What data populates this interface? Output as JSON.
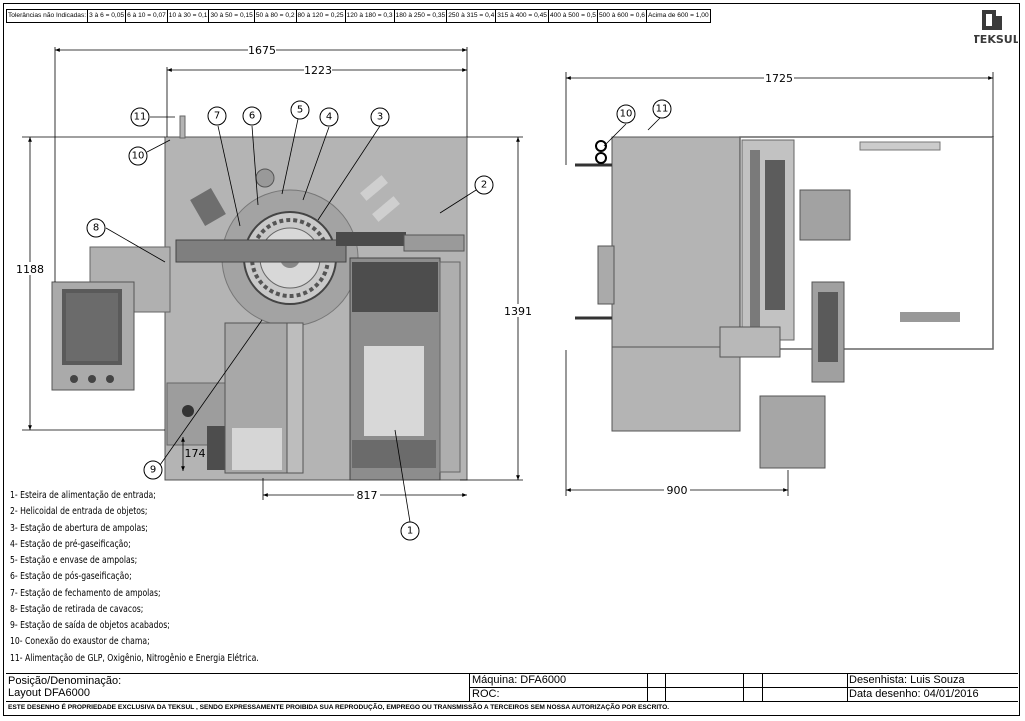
{
  "tolerances": {
    "header": "Tolerâncias não Indicadas:",
    "cells": [
      "3 à 6 = 0,05",
      "6 à 10 = 0,07",
      "10 à 30 = 0,1",
      "30 à 50 = 0,15",
      "50 à 80 = 0,2",
      "80 à 120 = 0,25",
      "120 à 180 = 0,3",
      "180 à 250 = 0,35",
      "250 à 315 = 0,4",
      "315 à 400 = 0,45",
      "400 à 500 = 0,5",
      "500 à 600 = 0,6",
      "Acima de 600 = 1,00"
    ]
  },
  "logo": {
    "text": "TEKSUL",
    "color": "#3a3a3a"
  },
  "dimensions": {
    "front_width_total": "1675",
    "front_width_inner": "1223",
    "front_height": "1188",
    "front_height_total": "1391",
    "front_small": "174",
    "front_bottom": "817",
    "side_width": "1725",
    "side_bottom": "900"
  },
  "callouts": [
    "1",
    "2",
    "3",
    "4",
    "5",
    "6",
    "7",
    "8",
    "9",
    "10",
    "11"
  ],
  "legend": [
    "1- Esteira de alimentação de entrada;",
    "2- Helicoidal de entrada de objetos;",
    "3- Estação de abertura de ampolas;",
    "4- Estação de pré-gaseificação;",
    "5- Estação e envase de ampolas;",
    "6- Estação de pós-gaseificação;",
    "7- Estação de fechamento de ampolas;",
    "8- Estação de retirada de cavacos;",
    "9- Estação de saída de objetos acabados;",
    "10- Conexão do exaustor de chama;",
    "11- Alimentação de GLP, Oxigênio, Nitrogênio e Energia Elétrica."
  ],
  "title_block": {
    "position_label": "Posição/Denominação:",
    "position_value": "Layout DFA6000",
    "machine": "Máquina: DFA6000",
    "roc": "ROC:",
    "drawn_by": "Desenhista: Luis Souza",
    "date": "Data desenho: 04/01/2016"
  },
  "footer": "ESTE DESENHO É PROPRIEDADE EXCLUSIVA  DA TEKSUL , SENDO EXPRESSAMENTE PROIBIDA  SUA REPRODUÇÃO, EMPREGO OU TRANSMISSÃO A TERCEIROS SEM NOSSA AUTORIZAÇÃO POR ESCRITO.",
  "colors": {
    "machine_fill": "#b4b4b4",
    "machine_dark": "#5a5a5a",
    "line": "#000000"
  }
}
